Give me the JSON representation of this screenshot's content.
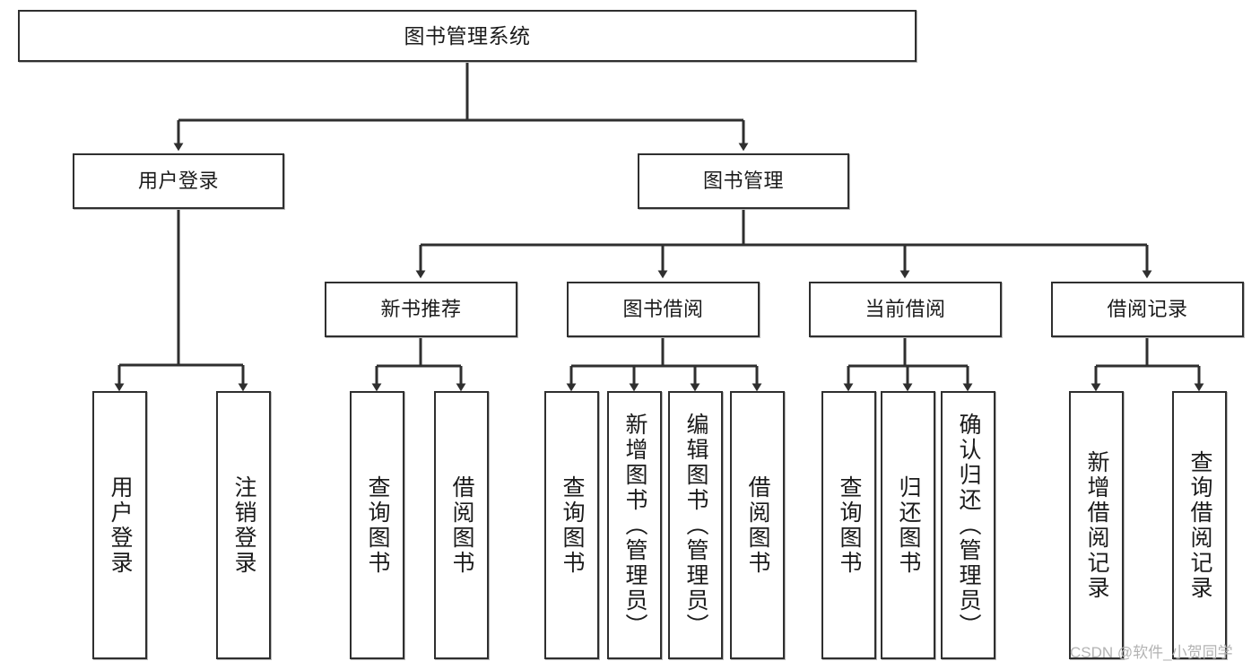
{
  "diagram": {
    "title": "图书管理系统",
    "watermark": "CSDN @软件_小贺同学",
    "colors": {
      "box_border": "#2f2f2f",
      "box_fill": "#ffffff",
      "connector": "#2f2f2f",
      "text": "#1b1b1b",
      "watermark": "#b3b3b3"
    },
    "levels": {
      "level1": [
        {
          "id": "root",
          "label": "图书管理系统"
        }
      ],
      "level2": [
        {
          "id": "user-login",
          "label": "用户登录"
        },
        {
          "id": "book-manage",
          "label": "图书管理"
        }
      ],
      "level3": [
        {
          "id": "new-book-recommend",
          "label": "新书推荐"
        },
        {
          "id": "book-borrow",
          "label": "图书借阅"
        },
        {
          "id": "current-borrow",
          "label": "当前借阅"
        },
        {
          "id": "borrow-record",
          "label": "借阅记录"
        }
      ],
      "level4": [
        {
          "id": "leaf-user-login",
          "label": "用户登录",
          "parent": "user-login"
        },
        {
          "id": "leaf-logout",
          "label": "注销登录",
          "parent": "user-login"
        },
        {
          "id": "leaf-query-book-1",
          "label": "查询图书",
          "parent": "new-book-recommend"
        },
        {
          "id": "leaf-borrow-book-1",
          "label": "借阅图书",
          "parent": "new-book-recommend"
        },
        {
          "id": "leaf-query-book-2",
          "label": "查询图书",
          "parent": "book-borrow"
        },
        {
          "id": "leaf-add-book",
          "label": "新增图书（管理员）",
          "parent": "book-borrow"
        },
        {
          "id": "leaf-edit-book",
          "label": "编辑图书（管理员）",
          "parent": "book-borrow"
        },
        {
          "id": "leaf-borrow-book-2",
          "label": "借阅图书",
          "parent": "book-borrow"
        },
        {
          "id": "leaf-query-book-3",
          "label": "查询图书",
          "parent": "current-borrow"
        },
        {
          "id": "leaf-return-book",
          "label": "归还图书",
          "parent": "current-borrow"
        },
        {
          "id": "leaf-confirm-return",
          "label": "确认归还（管理员）",
          "parent": "current-borrow"
        },
        {
          "id": "leaf-add-record",
          "label": "新增借阅记录",
          "parent": "borrow-record"
        },
        {
          "id": "leaf-query-record",
          "label": "查询借阅记录",
          "parent": "borrow-record"
        }
      ]
    }
  }
}
